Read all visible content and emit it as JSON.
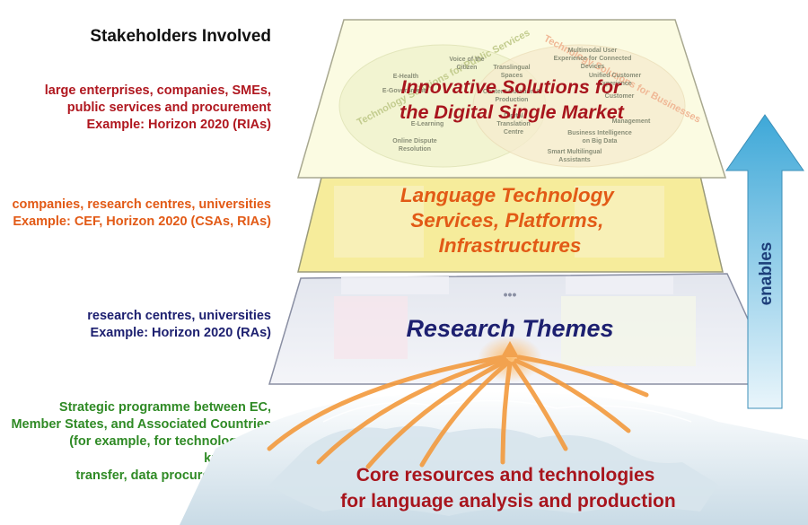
{
  "stakeholders": {
    "heading": "Stakeholders Involved",
    "level1": [
      "large enterprises, companies, SMEs,",
      "public services and procurement",
      "Example: Horizon 2020 (RIAs)"
    ],
    "level2": [
      "companies, research centres, universities",
      "Example: CEF, Horizon 2020 (CSAs, RIAs)"
    ],
    "level3": [
      "research centres, universities",
      "Example: Horizon 2020 (RAs)"
    ],
    "level4": [
      "Strategic programme between EC,",
      "Member States, and Associated Countries",
      "(for example, for technology and knowledge",
      "transfer, data procurement etc.)"
    ]
  },
  "layers": {
    "top": {
      "title": [
        "Innovative Solutions for",
        "the Digital Single Market"
      ],
      "left_arc": "Technology Solutions for Public Services",
      "right_arc": "Technology Solutions for Businesses",
      "left_items": [
        "E-Health",
        "E-Government",
        "E-Learning",
        "Online Dispute",
        "Resolution"
      ],
      "center_items": [
        "Voice of the",
        "Citizen",
        "Translingual",
        "Spaces",
        "Content Curation &",
        "Production",
        "Digital",
        "Translation",
        "Centre"
      ],
      "right_items": [
        "Multimodal User",
        "Experience for Connected",
        "Devices",
        "Unified Customer",
        "Experience",
        "Customer",
        "Management",
        "Business Intelligence",
        "on Big Data",
        "Smart Multilingual",
        "Assistants"
      ]
    },
    "middle": {
      "title": [
        "Language Technology",
        "Services, Platforms,",
        "Infrastructures"
      ]
    },
    "research": {
      "title": "Research Themes",
      "dots": "•••"
    },
    "bottom": {
      "title": [
        "Core resources and technologies",
        "for language analysis and production"
      ]
    }
  },
  "arrow": {
    "label": "enables"
  },
  "colors": {
    "red": "#b0171f",
    "orange": "#e25a16",
    "navy": "#1d2070",
    "green": "#2f8a25",
    "arrow": "#56b4db"
  }
}
